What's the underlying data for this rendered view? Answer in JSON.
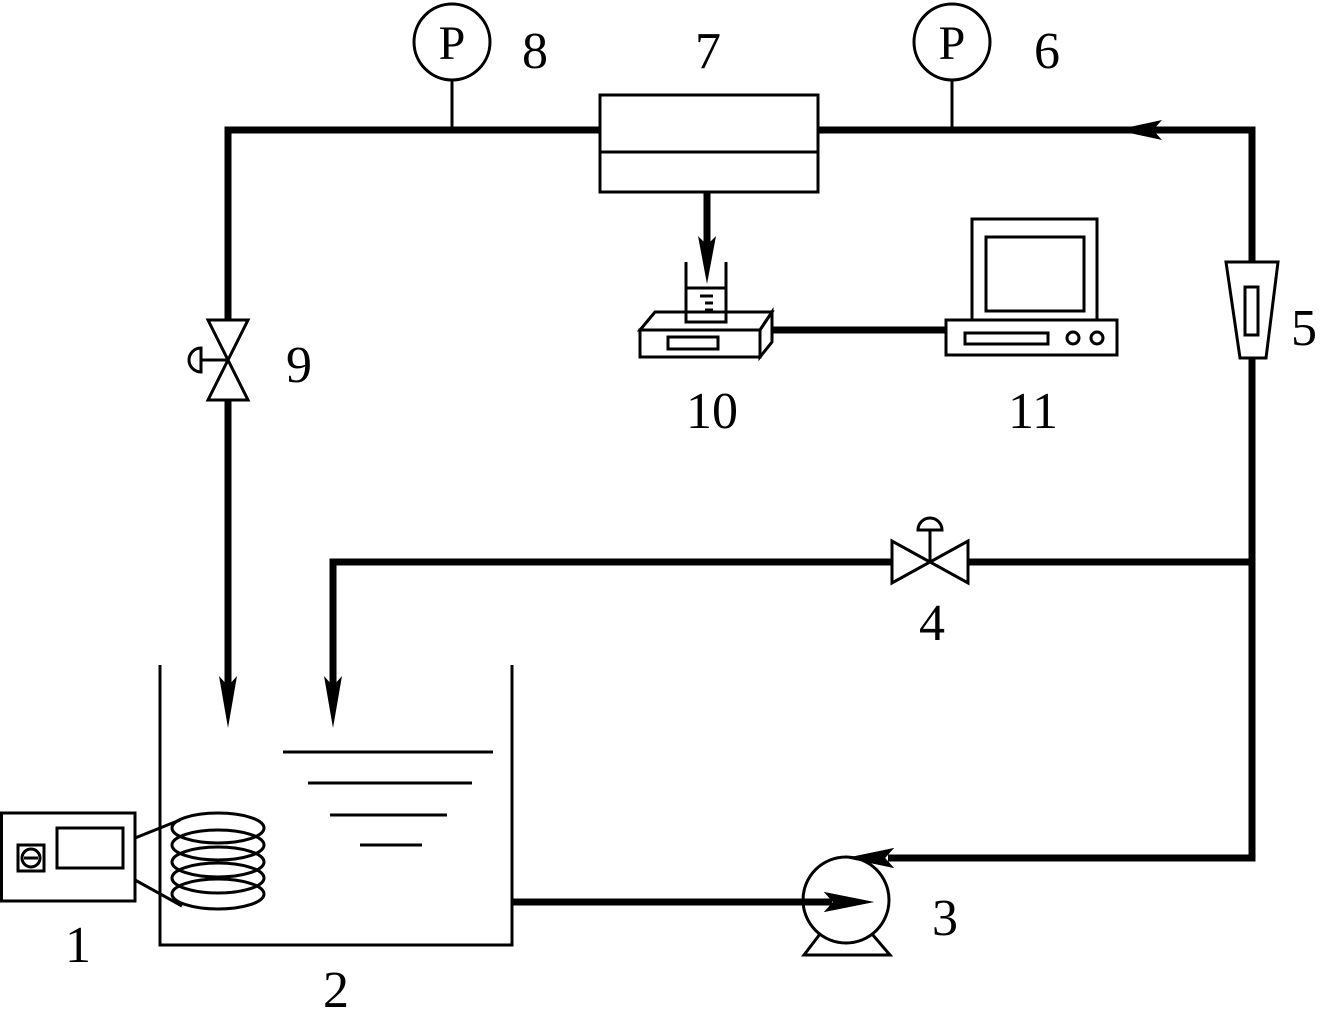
{
  "colors": {
    "line": "#000000",
    "background": "#ffffff"
  },
  "gauges": [
    {
      "symbol": "P"
    },
    {
      "symbol": "P"
    }
  ],
  "component_numbers": {
    "heater": "1",
    "tank": "2",
    "pump": "3",
    "bypass_valve": "4",
    "flowmeter": "5",
    "inlet_pressure_gauge": "6",
    "membrane_module": "7",
    "outlet_pressure_gauge": "8",
    "outlet_valve": "9",
    "balance": "10",
    "computer": "11"
  }
}
